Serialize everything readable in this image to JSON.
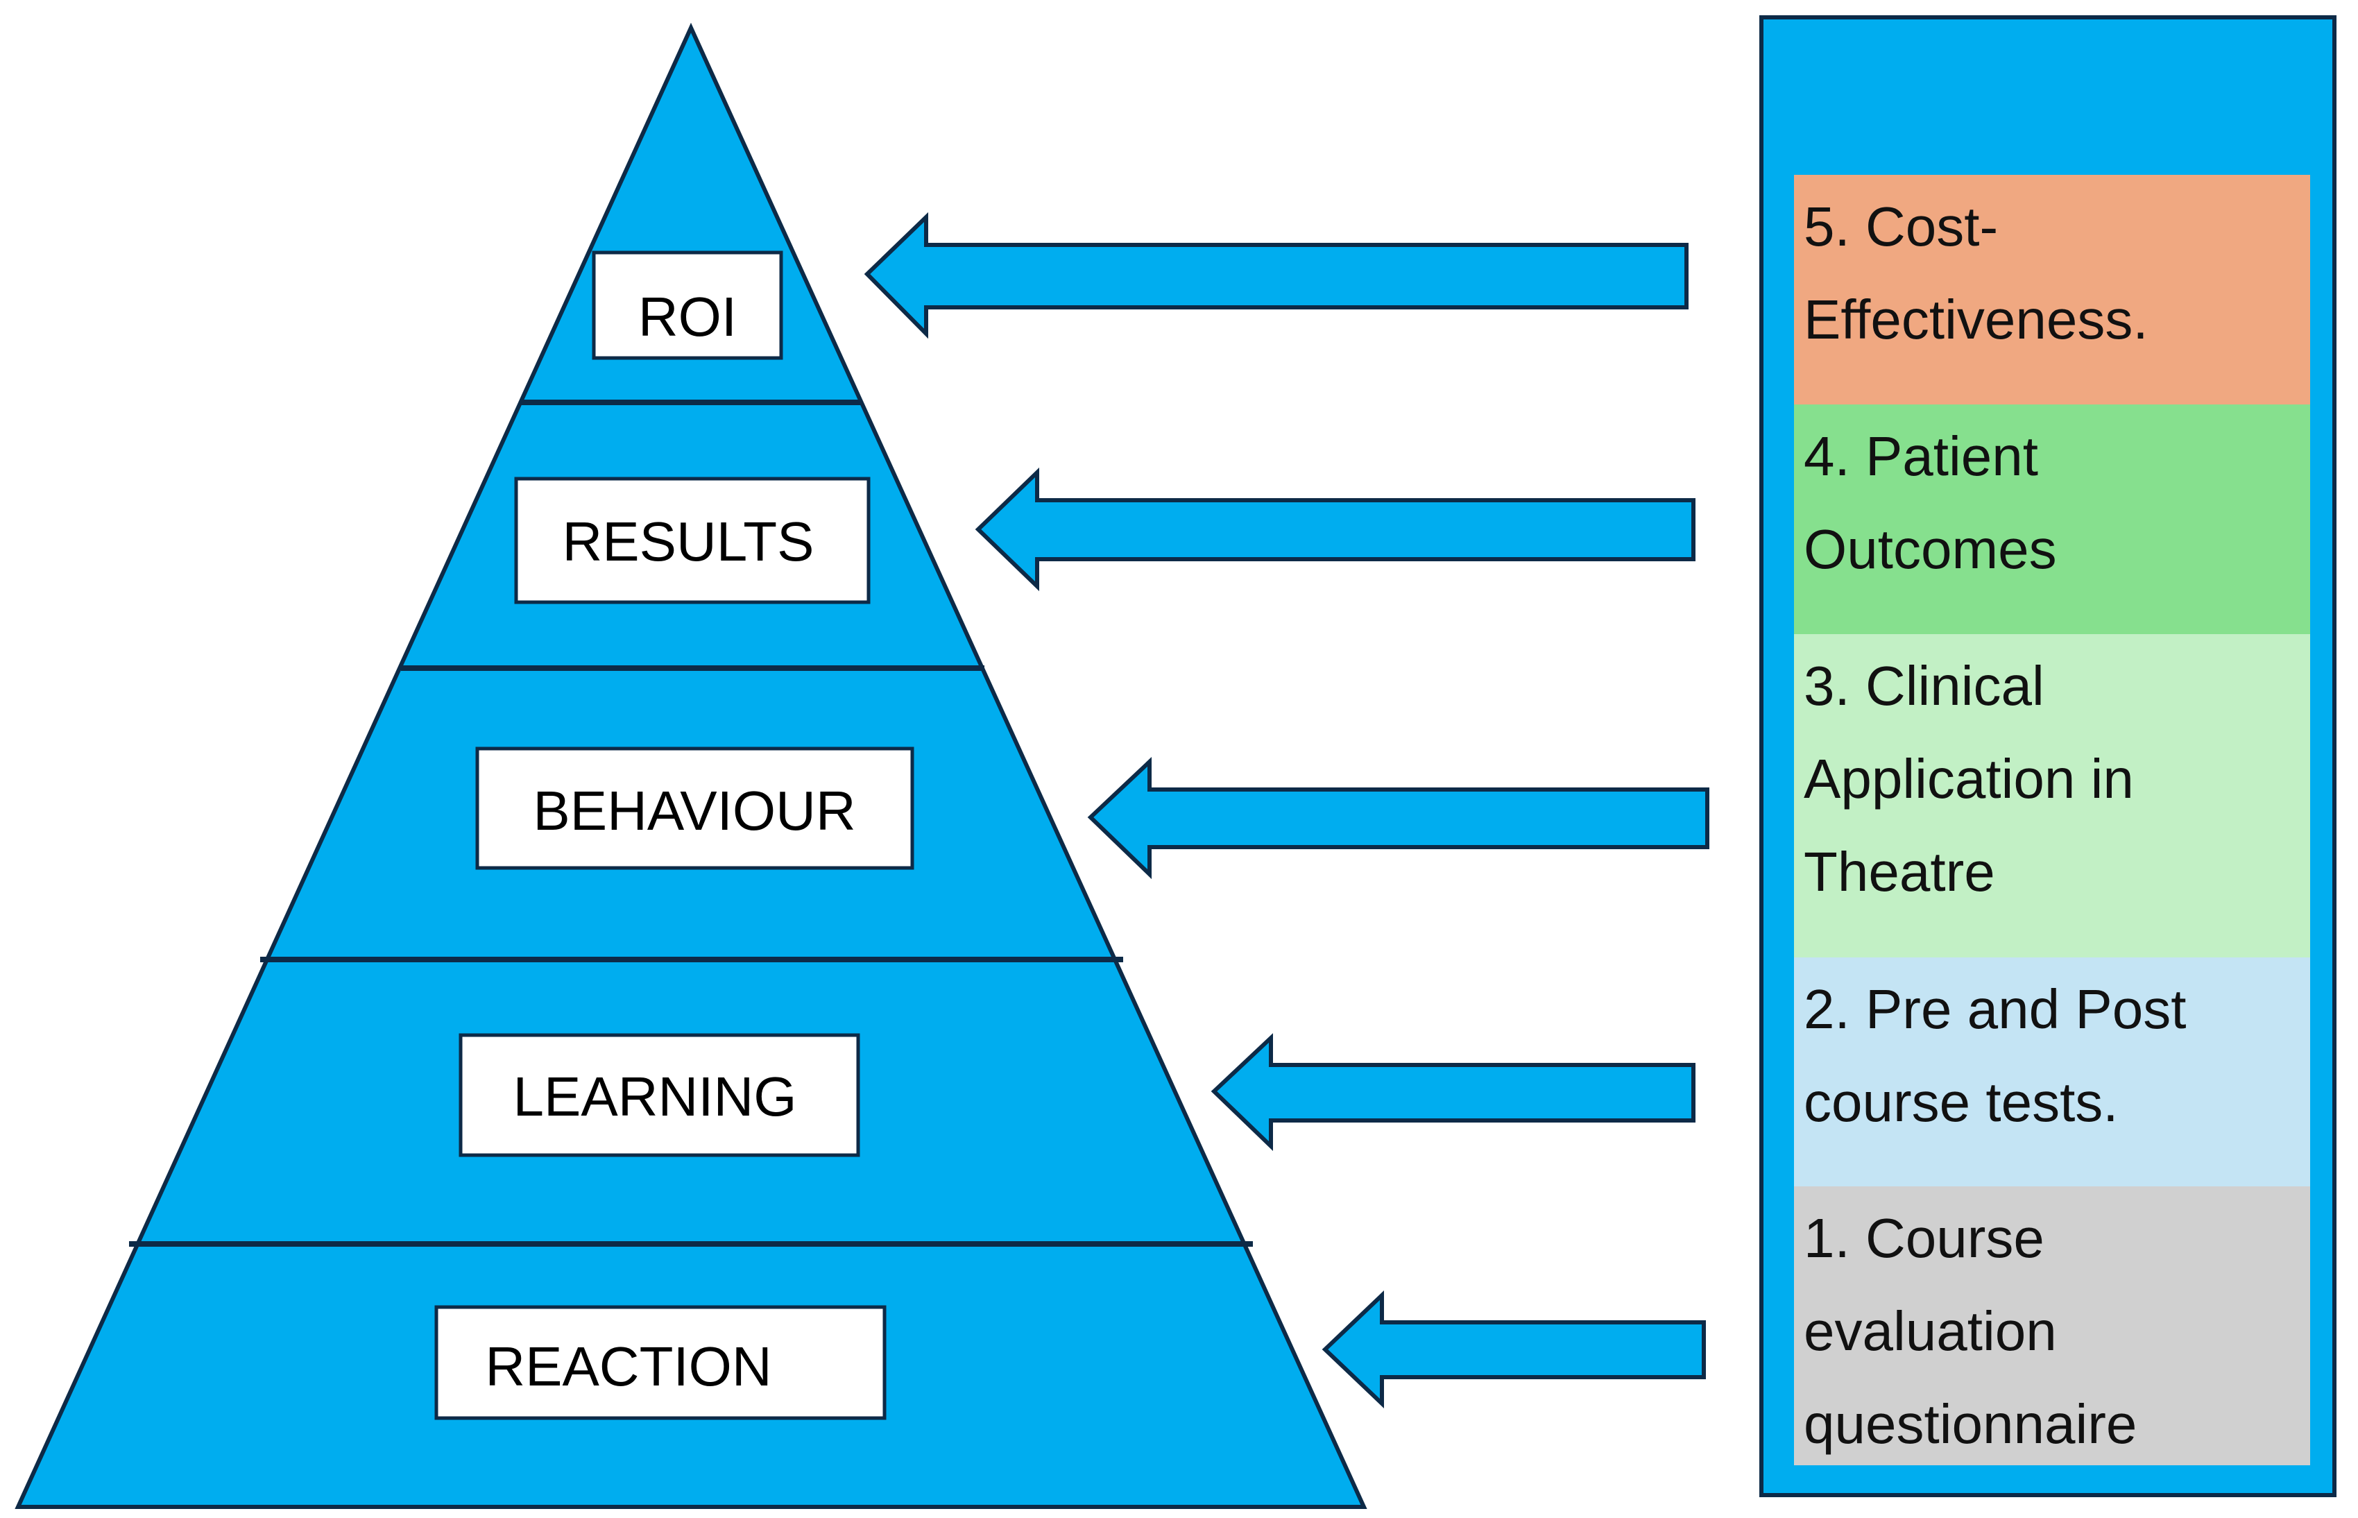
{
  "colors": {
    "primary_blue": "#00adef",
    "outline": "#0d2a47",
    "level_5": "#f0a881",
    "level_4": "#86e08e",
    "level_3": "#c2f0c5",
    "level_2": "#c4e4f4",
    "level_1": "#d0d0d0"
  },
  "pyramid": {
    "levels": [
      "ROI",
      "RESULTS",
      "BEHAVIOUR",
      "LEARNING",
      "REACTION"
    ]
  },
  "outcomes": [
    {
      "text": "5. Cost-\nEffectiveness.",
      "color": "#f0a881"
    },
    {
      "text": "4. Patient\nOutcomes",
      "color": "#86e08e"
    },
    {
      "text": "3. Clinical\nApplication in\nTheatre",
      "color": "#c2f0c5"
    },
    {
      "text": "2. Pre and Post\ncourse tests.",
      "color": "#c4e4f4"
    },
    {
      "text": "1. Course\nevaluation\nquestionnaire",
      "color": "#d0d0d0"
    }
  ]
}
